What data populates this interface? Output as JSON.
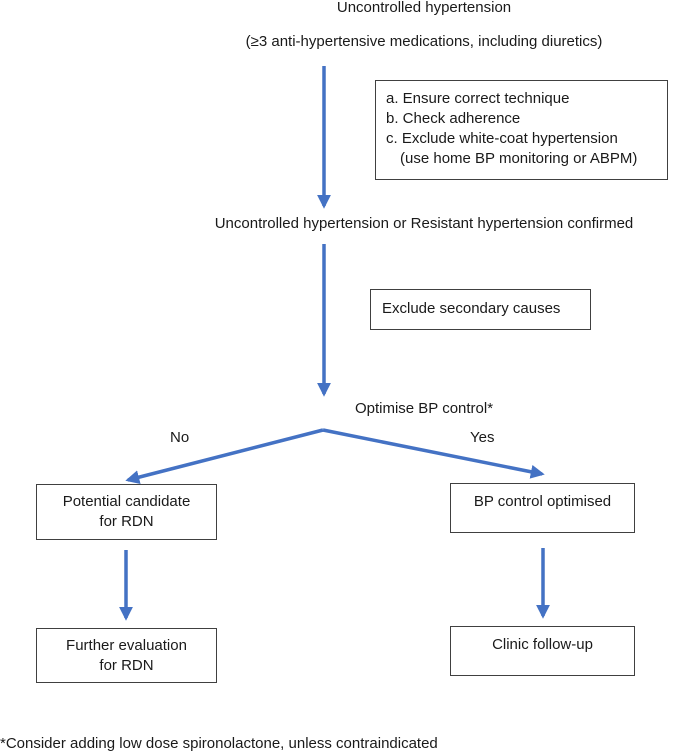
{
  "title": "Uncontrolled hypertension",
  "subtitle": "(≥3 anti-hypertensive medications, including diuretics)",
  "checks_box": {
    "a": "a. Ensure correct technique",
    "b": "b. Check adherence",
    "c": "c. Exclude white-coat hypertension",
    "c_detail": "(use home BP monitoring or ABPM)"
  },
  "confirmed": "Uncontrolled hypertension or Resistant hypertension confirmed",
  "secondary_box": "Exclude secondary causes",
  "optimise": "Optimise BP control*",
  "branch_no": "No",
  "branch_yes": "Yes",
  "candidate_box": {
    "line1": "Potential candidate",
    "line2": "for RDN"
  },
  "optimised_box": "BP control optimised",
  "further_box": {
    "line1": "Further evaluation",
    "line2": "for RDN"
  },
  "followup_box": "Clinic follow-up",
  "footnote": "*Consider adding low dose spironolactone, unless contraindicated",
  "arrow_color": "#4472c4"
}
